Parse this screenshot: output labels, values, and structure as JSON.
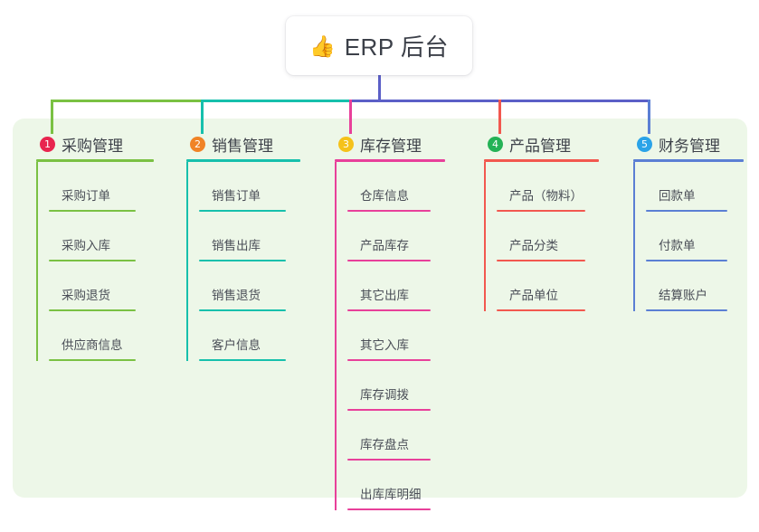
{
  "diagram": {
    "type": "mind-map",
    "root": {
      "emoji": "👍",
      "emoji_name": "thumbs-up-icon",
      "label": "ERP 后台"
    },
    "panel_background": "#edf7e8",
    "trunk_color": "#5b5fc7",
    "branches": [
      {
        "index": "1",
        "title": "采购管理",
        "color": "#7ac143",
        "badge_color": "#e8254f",
        "leaves": [
          "采购订单",
          "采购入库",
          "采购退货",
          "供应商信息"
        ]
      },
      {
        "index": "2",
        "title": "销售管理",
        "color": "#16c0ac",
        "badge_color": "#f08326",
        "leaves": [
          "销售订单",
          "销售出库",
          "销售退货",
          "客户信息"
        ]
      },
      {
        "index": "3",
        "title": "库存管理",
        "color": "#e8409a",
        "badge_color": "#f5c21a",
        "leaves": [
          "仓库信息",
          "产品库存",
          "其它出库",
          "其它入库",
          "库存调拨",
          "库存盘点",
          "出库库明细"
        ]
      },
      {
        "index": "4",
        "title": "产品管理",
        "color": "#f2584f",
        "badge_color": "#24b256",
        "leaves": [
          "产品（物料）",
          "产品分类",
          "产品单位"
        ]
      },
      {
        "index": "5",
        "title": "财务管理",
        "color": "#5b7fd4",
        "badge_color": "#2aa3e8",
        "leaves": [
          "回款单",
          "付款单",
          "结算账户"
        ]
      }
    ]
  }
}
